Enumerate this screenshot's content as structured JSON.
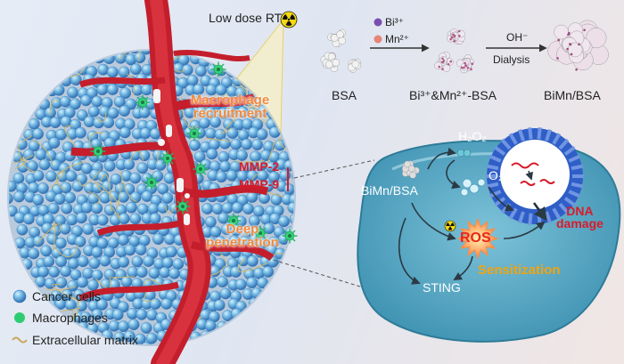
{
  "radiation": {
    "label": "Low dose RT",
    "icon": "radiation-icon"
  },
  "synthesis": {
    "bsa_label": "BSA",
    "ion_bi": "Bi³⁺",
    "ion_mn": "Mn²⁺",
    "intermediate_label": "Bi³⁺&Mn²⁺-BSA",
    "reagent": "OH⁻",
    "process": "Dialysis",
    "product_label": "BiMn/BSA"
  },
  "tumor": {
    "recruitment_line1": "Macrophage",
    "recruitment_line2": "recruitment",
    "mmp2": "MMP-2",
    "mmp9": "MMP-9",
    "penetration_line1": "Deep",
    "penetration_line2": "penetration"
  },
  "cell": {
    "h2o2": "H₂O₂",
    "o2": "O₂",
    "nanoparticle_label": "BiMn/BSA",
    "ros": "ROS",
    "dna_line1": "DNA",
    "dna_line2": "damage",
    "sensitization": "Sensitization",
    "sting": "STING"
  },
  "legend": {
    "cancer_cells": "Cancer cells",
    "macrophages": "Macrophages",
    "ecm": "Extracellular matrix"
  },
  "colors": {
    "vessel": "#d32030",
    "cancer_cell": "#5b9bd5",
    "macrophage": "#2ecc71",
    "matrix": "#c9a85a",
    "cell_body": "#4ea3c4",
    "nucleus": "#2b56c9",
    "ros": "#e8261c",
    "sensitization": "#f0a412"
  }
}
